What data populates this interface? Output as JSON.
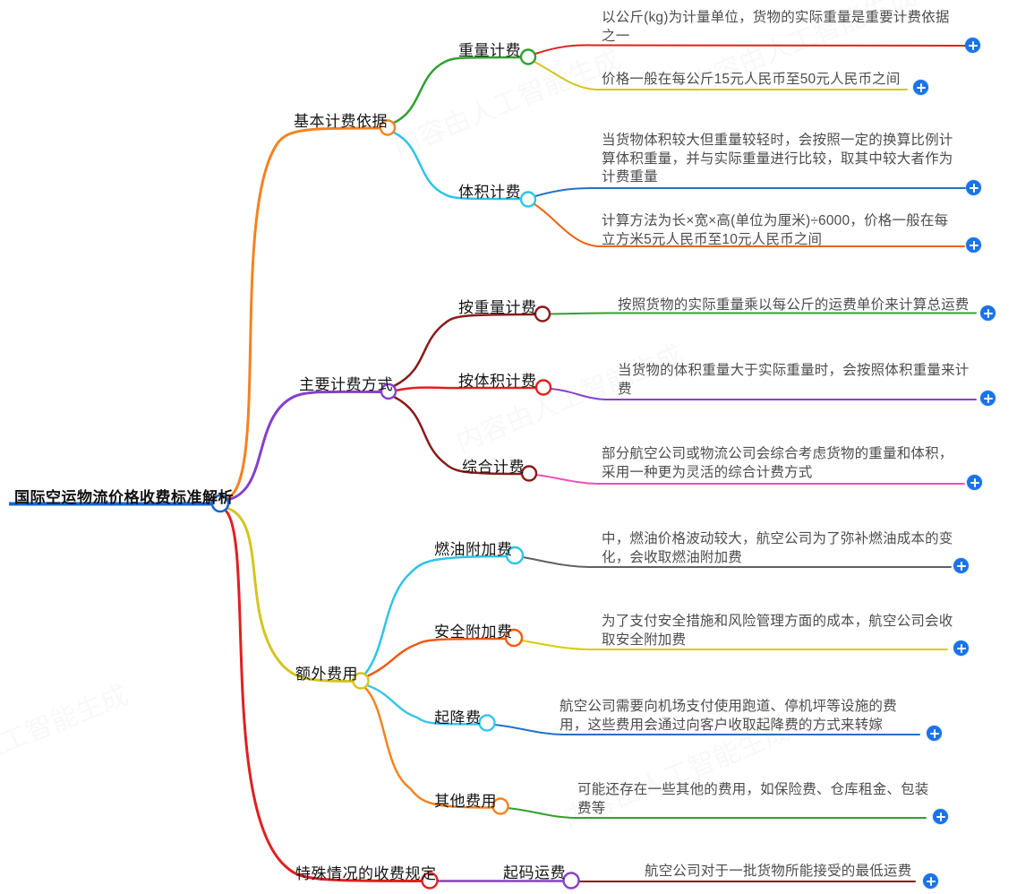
{
  "watermark": "内容由人工智能生成",
  "colors": {
    "root_blue": "#1867d2",
    "orange": "#f5821f",
    "green": "#30a030",
    "red": "#e02020",
    "olive_yellow": "#d4c520",
    "cyan": "#2ec4e6",
    "leaf_blue": "#2470c8",
    "deep_orange": "#ee6210",
    "purple": "#8640cc",
    "maroon": "#8b1a1a",
    "pink": "#f04fb4",
    "gray": "#606060",
    "bright_yellow": "#d9cd00",
    "safety_orange": "#f05a14",
    "light_cyan": "#38c6ea",
    "plus_blue": "#1a73e8"
  },
  "icons": {
    "add_button": "plus-in-blue-circle",
    "node_handle": "hollow-circle"
  },
  "root": {
    "label": "国际空运物流价格收费标准解析"
  },
  "branches": [
    {
      "label": "基本计费依据",
      "children": [
        {
          "label": "重量计费",
          "leaves": [
            "以公斤(kg)为计量单位，货物的实际重量是重要计费依据\n之一",
            "价格一般在每公斤15元人民币至50元人民币之间"
          ]
        },
        {
          "label": "体积计费",
          "leaves": [
            "当货物体积较大但重量较轻时，会按照一定的换算比例计\n算体积重量，并与实际重量进行比较，取其中较大者作为\n计费重量",
            "计算方法为长×宽×高(单位为厘米)÷6000，价格一般在每\n立方米5元人民币至10元人民币之间"
          ]
        }
      ]
    },
    {
      "label": "主要计费方式",
      "children": [
        {
          "label": "按重量计费",
          "leaves": [
            "按照货物的实际重量乘以每公斤的运费单价来计算总运费"
          ]
        },
        {
          "label": "按体积计费",
          "leaves": [
            "当货物的体积重量大于实际重量时，会按照体积重量来计\n费"
          ]
        },
        {
          "label": "综合计费",
          "leaves": [
            "部分航空公司或物流公司会综合考虑货物的重量和体积，\n采用一种更为灵活的综合计费方式"
          ]
        }
      ]
    },
    {
      "label": "额外费用",
      "children": [
        {
          "label": "燃油附加费",
          "leaves": [
            "中，燃油价格波动较大，航空公司为了弥补燃油成本的变\n化，会收取燃油附加费"
          ]
        },
        {
          "label": "安全附加费",
          "leaves": [
            "为了支付安全措施和风险管理方面的成本，航空公司会收\n取安全附加费"
          ]
        },
        {
          "label": "起降费",
          "leaves": [
            "航空公司需要向机场支付使用跑道、停机坪等设施的费\n用，这些费用会通过向客户收取起降费的方式来转嫁"
          ]
        },
        {
          "label": "其他费用",
          "leaves": [
            "可能还存在一些其他的费用，如保险费、仓库租金、包装\n费等"
          ]
        }
      ]
    },
    {
      "label": "特殊情况的收费规定",
      "children": [
        {
          "label": "起码运费",
          "leaves": [
            "航空公司对于一批货物所能接受的最低运费"
          ]
        }
      ]
    }
  ]
}
